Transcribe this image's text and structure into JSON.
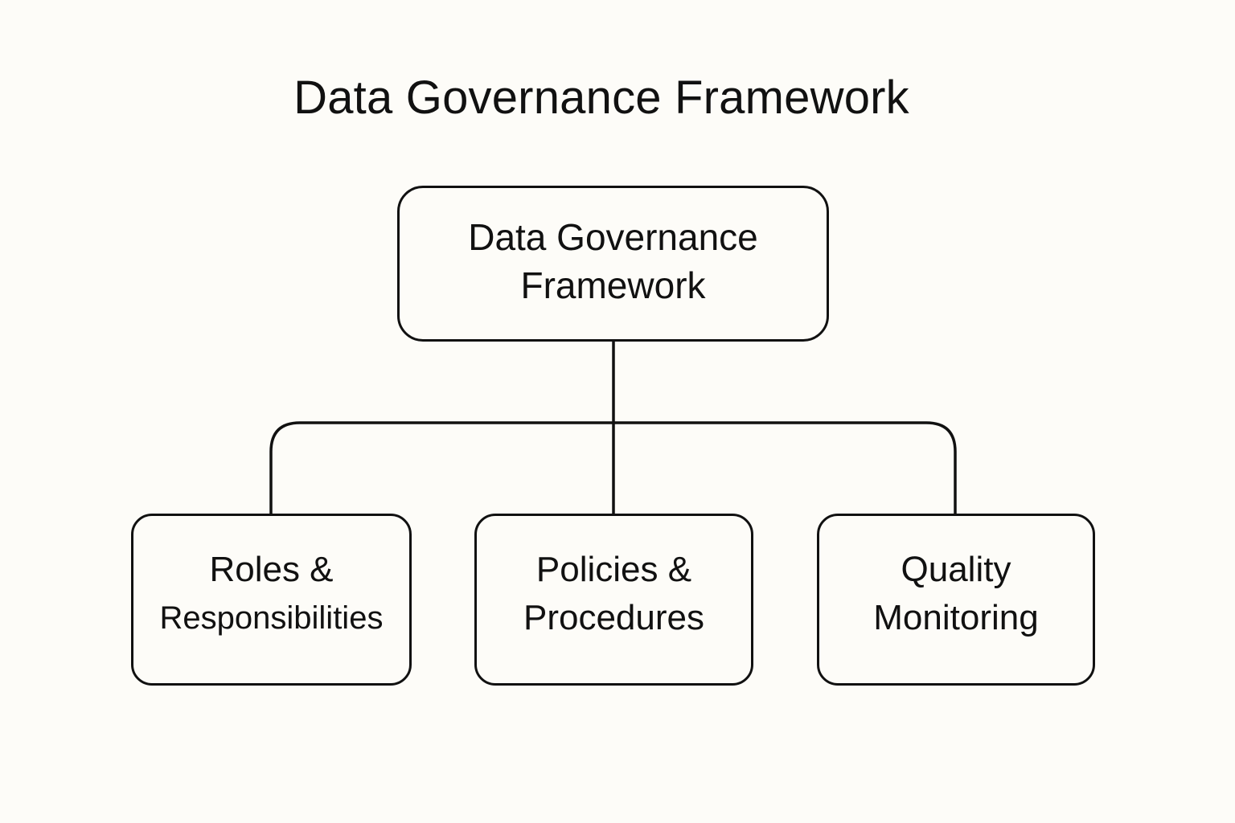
{
  "diagram": {
    "title": "Data Governance Framework",
    "root": {
      "line1": "Data Governance",
      "line2": "Framework"
    },
    "children": [
      {
        "line1": "Roles &",
        "line2": "Responsibilities"
      },
      {
        "line1": "Policies &",
        "line2": "Procedures"
      },
      {
        "line1": "Quality",
        "line2": "Monitoring"
      }
    ],
    "colors": {
      "background": "#fdfcf8",
      "stroke": "#111111",
      "text": "#111111"
    }
  }
}
